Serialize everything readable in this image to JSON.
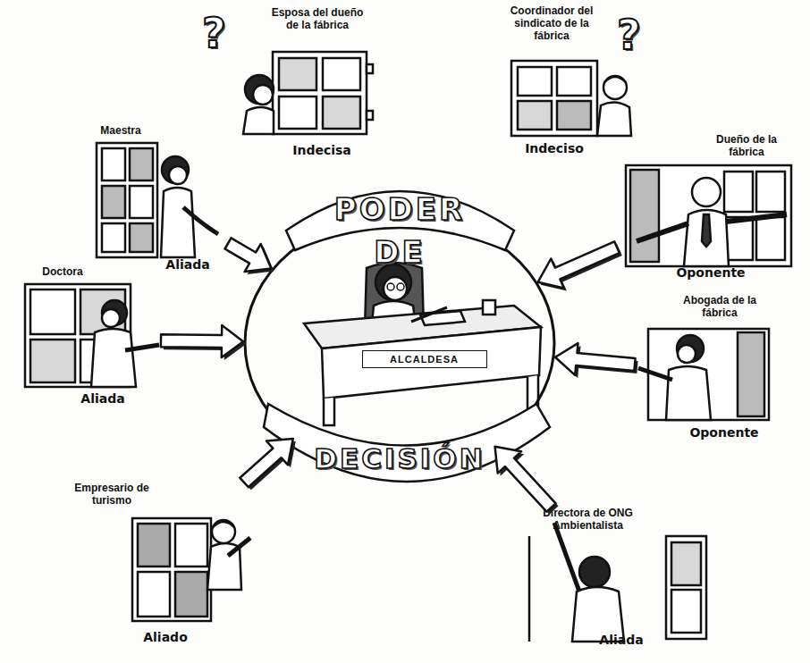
{
  "diagram": {
    "nodes": [
      {
        "text": [
          "Esposa del dueño de la fábrica",
          "Indecisa"
        ]
      },
      {
        "text": [
          "Coordinador del sindicato de la fábrica",
          "Indeciso"
        ]
      },
      {
        "text": [
          "Maestra",
          "Aliada"
        ]
      },
      {
        "text": [
          "Dueño de la fábrica",
          "Oponente"
        ]
      },
      {
        "text": [
          "PODER",
          "DE",
          "DECISIÓN"
        ]
      },
      {
        "text": [
          "ALCALDESA"
        ],
        "in": 4
      },
      {
        "text": [
          "Doctora",
          "Aliada"
        ]
      },
      {
        "text": [
          "Abogada de la fábrica",
          "Oponente"
        ]
      },
      {
        "text": [
          "Empresario de turismo",
          "Aliado"
        ]
      },
      {
        "text": [
          "Directora de ONG Ambientalista",
          "Aliada"
        ]
      }
    ],
    "edges": [
      {
        "from": 2,
        "to": 4,
        "arrow": "to"
      },
      {
        "from": 3,
        "to": 4,
        "arrow": "to"
      },
      {
        "from": 6,
        "to": 4,
        "arrow": "to"
      },
      {
        "from": 7,
        "to": 4,
        "arrow": "to"
      },
      {
        "from": 8,
        "to": 4,
        "arrow": "to"
      },
      {
        "from": 9,
        "to": 4,
        "arrow": "to"
      }
    ],
    "labels": [
      "?",
      "?"
    ]
  }
}
